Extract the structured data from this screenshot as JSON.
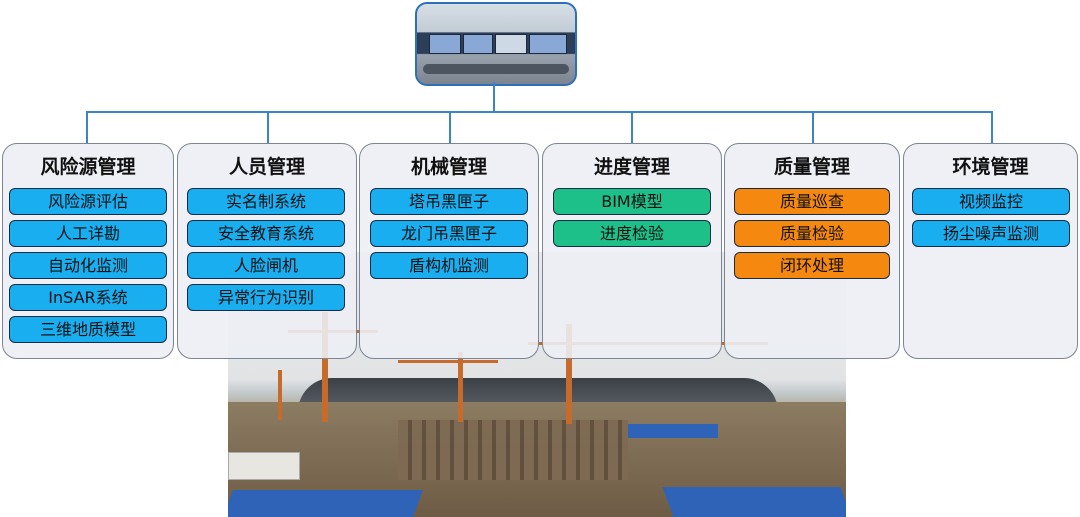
{
  "categories": [
    {
      "title": "风险源管理",
      "color": "#19aef0",
      "items": [
        "风险源评估",
        "人工详勘",
        "自动化监测",
        "InSAR系统",
        "三维地质模型"
      ]
    },
    {
      "title": "人员管理",
      "color": "#19aef0",
      "items": [
        "实名制系统",
        "安全教育系统",
        "人脸闸机",
        "异常行为识别"
      ]
    },
    {
      "title": "机械管理",
      "color": "#19aef0",
      "items": [
        "塔吊黑匣子",
        "龙门吊黑匣子",
        "盾构机监测"
      ]
    },
    {
      "title": "进度管理",
      "color": "#1ec08a",
      "items": [
        "BIM模型",
        "进度检验"
      ]
    },
    {
      "title": "质量管理",
      "color": "#f5880e",
      "items": [
        "质量巡查",
        "质量检验",
        "闭环处理"
      ]
    },
    {
      "title": "环境管理",
      "color": "#19aef0",
      "items": [
        "视频监控",
        "扬尘噪声监测"
      ]
    }
  ]
}
